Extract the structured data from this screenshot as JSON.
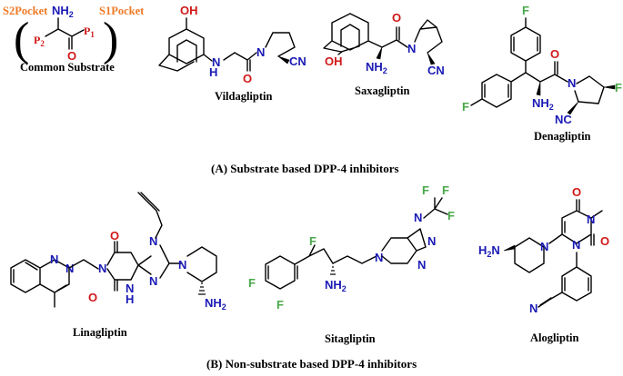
{
  "common_substrate": {
    "s2_label": "S2Pocket",
    "s1_label": "S1Pocket",
    "p2": "P",
    "p2_sub": "2",
    "p1": "P",
    "p1_sub": "1",
    "nh2": "NH",
    "nh2_sub": "2",
    "o": "O",
    "paren_left": "(",
    "paren_right": ")",
    "name": "Common Substrate"
  },
  "vildagliptin": {
    "name": "Vildagliptin",
    "oh": "OH",
    "nh": "N",
    "nh_h": "H",
    "o": "O",
    "n": "N",
    "cn": "CN"
  },
  "saxagliptin": {
    "name": "Saxagliptin",
    "oh": "OH",
    "nh2": "NH",
    "nh2_sub": "2",
    "o": "O",
    "n": "N",
    "cn": "CN"
  },
  "denagliptin": {
    "name": "Denagliptin",
    "f1": "F",
    "f2": "F",
    "f3": "F",
    "o": "O",
    "nh2": "NH",
    "nh2_sub": "2",
    "n": "N",
    "nc": "NC"
  },
  "section_a": "(A) Substrate based DPP-4 inhibitors",
  "linagliptin": {
    "name": "Linagliptin",
    "n1": "N",
    "n2": "N",
    "n3": "N",
    "n4": "N",
    "n5": "N",
    "n6": "N",
    "n7": "N",
    "o1": "O",
    "o2": "O",
    "h": "H",
    "nh2": "NH",
    "nh2_sub": "2"
  },
  "sitagliptin": {
    "name": "Sitagliptin",
    "f1": "F",
    "f2": "F",
    "f3": "F",
    "cf_f1": "F",
    "cf_f2": "F",
    "cf_f3": "F",
    "nh2": "NH",
    "nh2_sub": "2",
    "n1": "N",
    "n2": "N",
    "n3": "N",
    "n4": "N"
  },
  "alogliptin": {
    "name": "Alogliptin",
    "o1": "O",
    "o2": "O",
    "n1": "N",
    "n2": "N",
    "n3": "N",
    "h2n": "H",
    "h2n_sub": "2",
    "h2n_n": "N",
    "nc_n": "N"
  },
  "section_b": "(B) Non-substrate based DPP-4 inhibitors"
}
